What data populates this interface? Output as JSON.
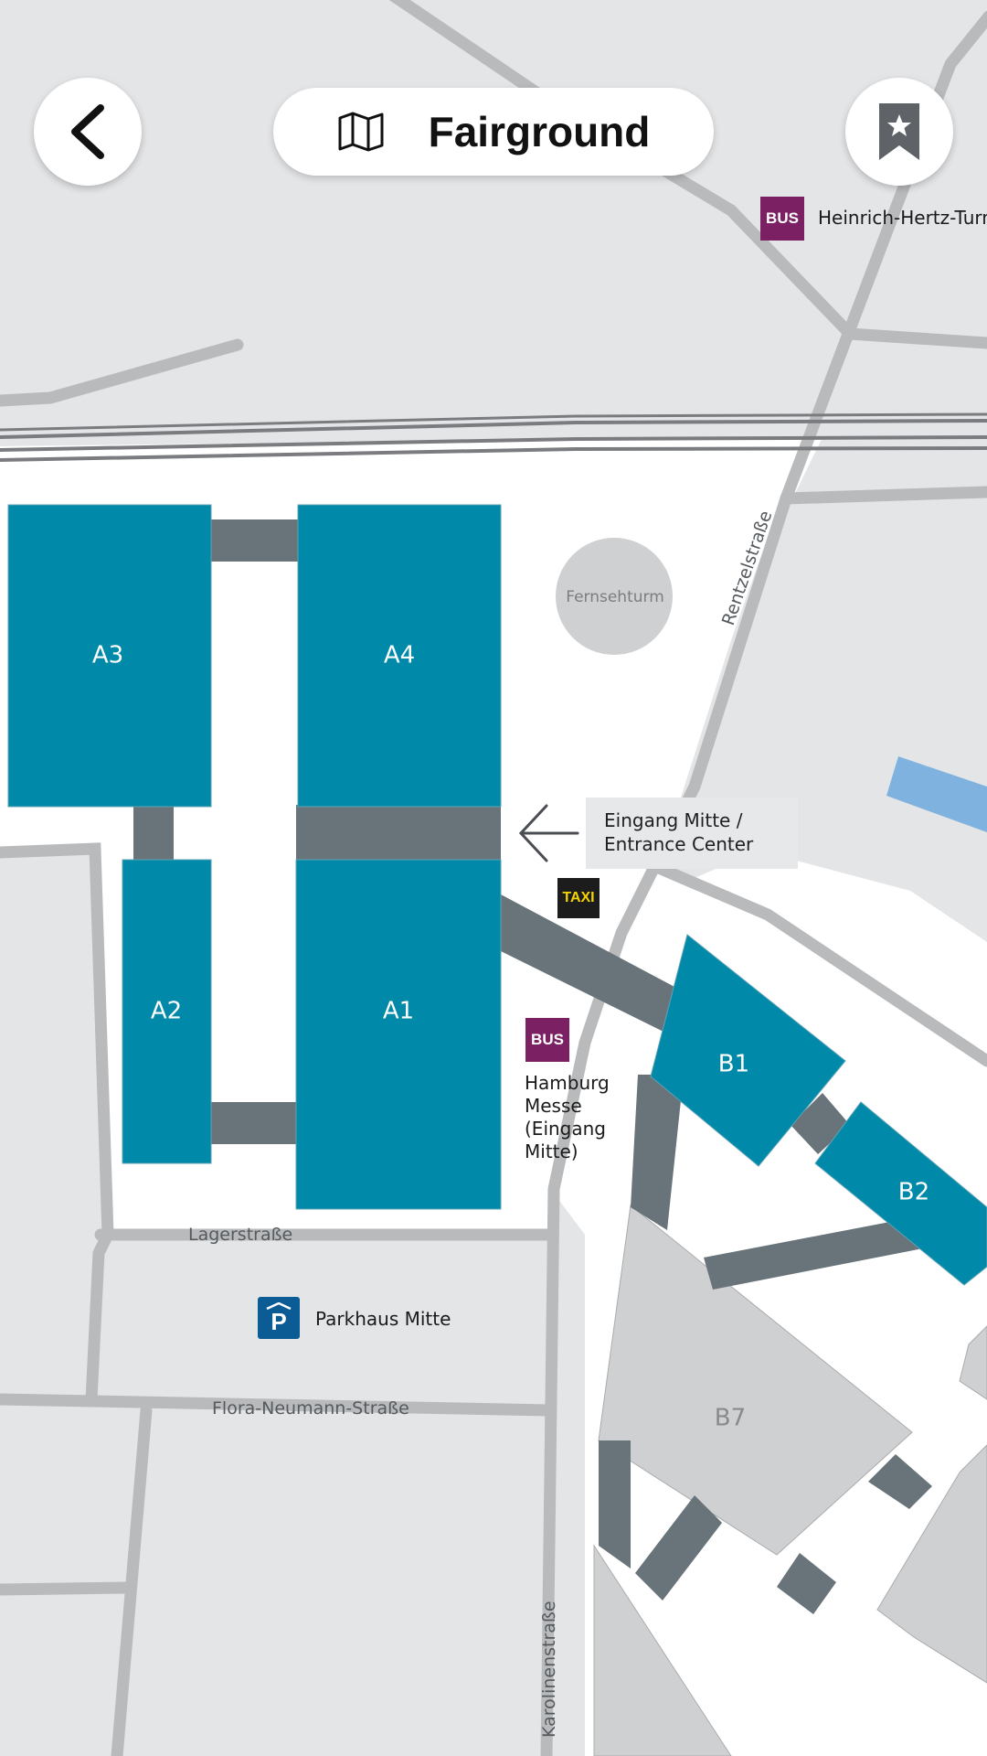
{
  "header": {
    "title": "Fairground",
    "back_icon": "chevron-left-icon",
    "map_icon": "map-icon",
    "bookmark_icon": "bookmark-star-icon"
  },
  "halls": {
    "a1": "A1",
    "a2": "A2",
    "a3": "A3",
    "a4": "A4",
    "b1": "B1",
    "b2": "B2",
    "b7": "B7"
  },
  "landmarks": {
    "tower": "Fernsehturm"
  },
  "entrance": {
    "line1": "Eingang Mitte /",
    "line2": "Entrance Center",
    "arrow_icon": "arrow-left-icon"
  },
  "streets": {
    "rentzel": "Rentzelstraße",
    "lager": "Lagerstraße",
    "flora": "Flora-Neumann-Straße",
    "karolinen": "Karolinenstraße"
  },
  "pois": {
    "bus_badge": "BUS",
    "taxi_badge": "TAXI",
    "parking_badge": "P",
    "bus_stop_north": "Heinrich-Hertz-Turm",
    "bus_stop_center": [
      "Hamburg",
      "Messe",
      "(Eingang",
      "Mitte)"
    ],
    "parking": "Parkhaus Mitte"
  },
  "colors": {
    "background": "#e4e5e7",
    "fairground": "#ffffff",
    "hall": "#0089a8",
    "hall_inactive": "#cfd0d2",
    "connector": "#68737a",
    "road": "#b8b9bb",
    "rail": "#7a7c80",
    "water": "#7fb2de",
    "bus": "#7b2163",
    "parking": "#0b5b95"
  }
}
